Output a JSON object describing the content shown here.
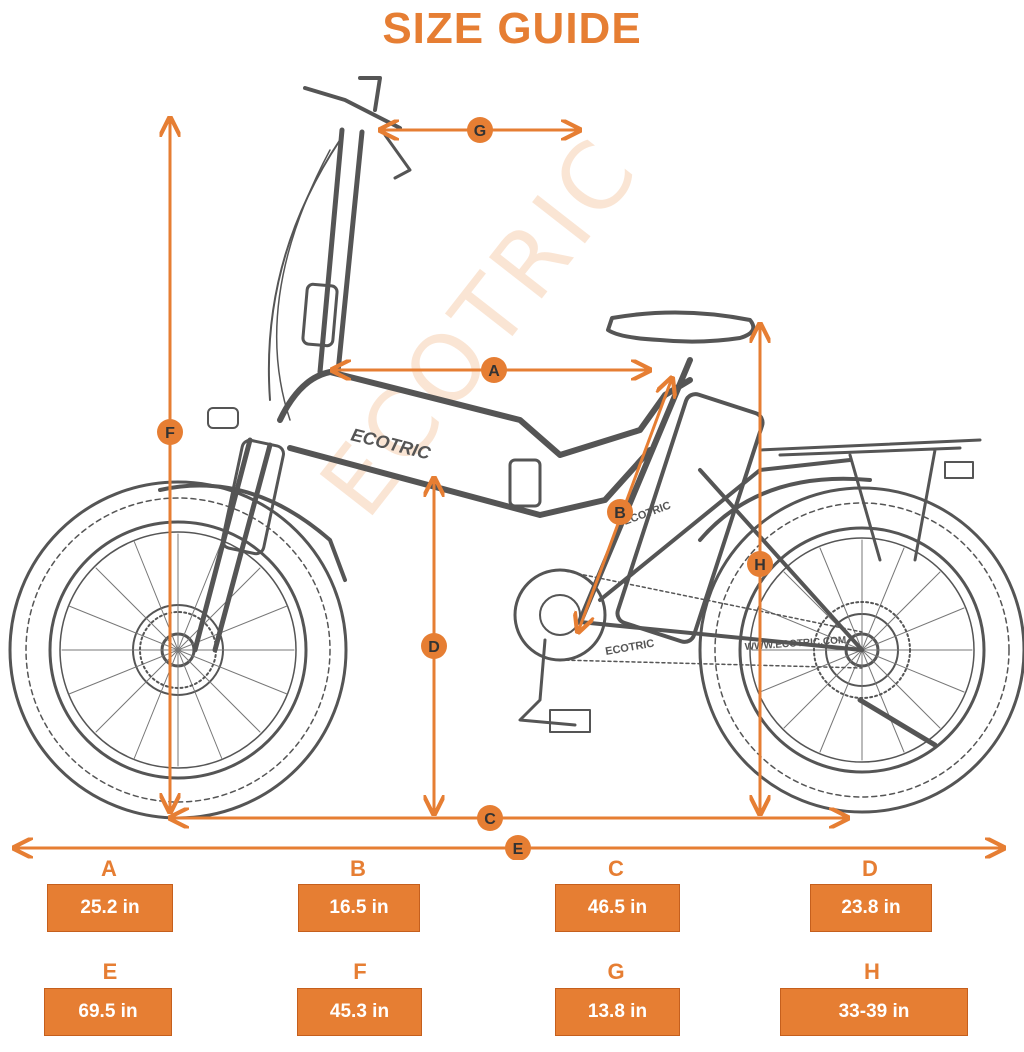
{
  "title": "SIZE GUIDE",
  "watermark": "ECOTRIC",
  "bike_text": {
    "brand": "ECOTRIC",
    "website": "WWW.ECOTRIC.COM"
  },
  "markers": [
    "A",
    "B",
    "C",
    "D",
    "E",
    "F",
    "G",
    "H"
  ],
  "measurements": [
    {
      "letter": "A",
      "value": "25.2 in"
    },
    {
      "letter": "B",
      "value": "16.5 in"
    },
    {
      "letter": "C",
      "value": "46.5 in"
    },
    {
      "letter": "D",
      "value": "23.8 in"
    },
    {
      "letter": "E",
      "value": "69.5 in"
    },
    {
      "letter": "F",
      "value": "45.3 in"
    },
    {
      "letter": "G",
      "value": "13.8 in"
    },
    {
      "letter": "H",
      "value": "33-39 in"
    }
  ],
  "colors": {
    "accent": "#e67e33",
    "bike": "#555555"
  }
}
